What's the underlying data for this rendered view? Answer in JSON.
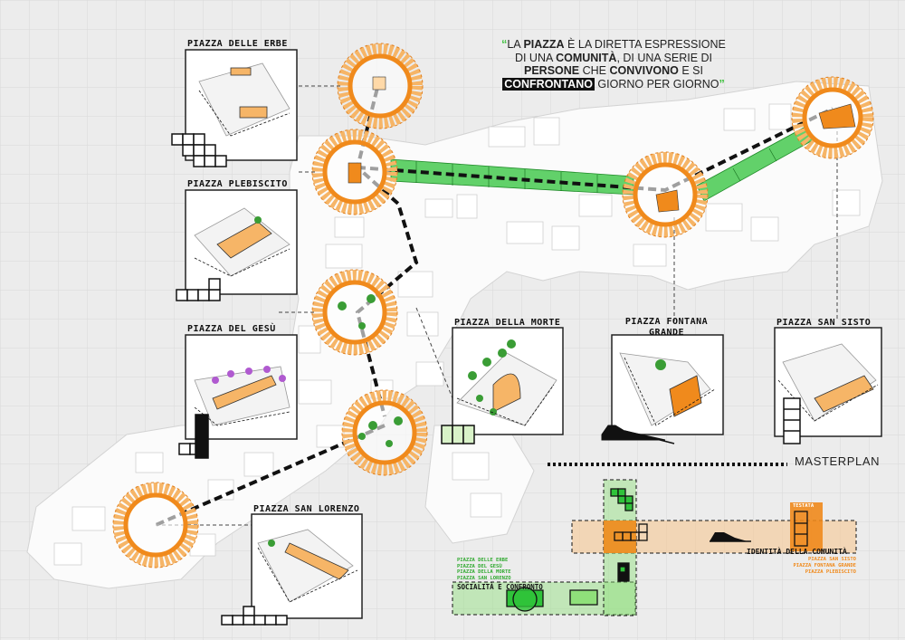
{
  "quote": {
    "open_mark": "“",
    "line1": [
      "LA ",
      "PIAZZA",
      " È LA DIRETTA ESPRESSIONE"
    ],
    "line2": [
      "DI UNA ",
      "COMUNITÀ",
      ", DI UNA SERIE DI"
    ],
    "line3": [
      "PERSONE",
      " CHE ",
      "CONVIVONO",
      " E SI"
    ],
    "line4_highlight": "CONFRONTANO",
    "line4_rest": " GIORNO PER GIORNO",
    "close_mark": "”"
  },
  "piazze": {
    "erbe": "PIAZZA DELLE ERBE",
    "plebiscito": "PIAZZA PLEBISCITO",
    "gesu": "PIAZZA DEL GESÙ",
    "morte": "PIAZZA DELLA MORTE",
    "fontana_line1": "PIAZZA FONTANA",
    "fontana_line2": "GRANDE",
    "sisto": "PIAZZA SAN SISTO",
    "lorenzo": "PIAZZA SAN LORENZO"
  },
  "masterplan_label": "MASTERPLAN",
  "legend": {
    "testata": "TESTATA",
    "identita_title": "IDENTITÀ DELLA COMUNITÀ",
    "identita_items": [
      "PIAZZA SAN SISTO",
      "PIAZZA FONTANA GRANDE",
      "PIAZZA PLEBISCITO"
    ],
    "socialita_title": "SOCIALITÀ E CONFRONTO",
    "socialita_items": [
      "PIAZZA DELLE ERBE",
      "PIAZZA DEL GESÙ",
      "PIAZZA DELLA MORTE",
      "PIAZZA SAN LORENZO"
    ]
  },
  "colors": {
    "orange": "#f08a1c",
    "orange_light": "#f6b567",
    "green": "#2fc33a",
    "green_light": "#8fe07a",
    "ink": "#111111",
    "background": "#ececec"
  }
}
